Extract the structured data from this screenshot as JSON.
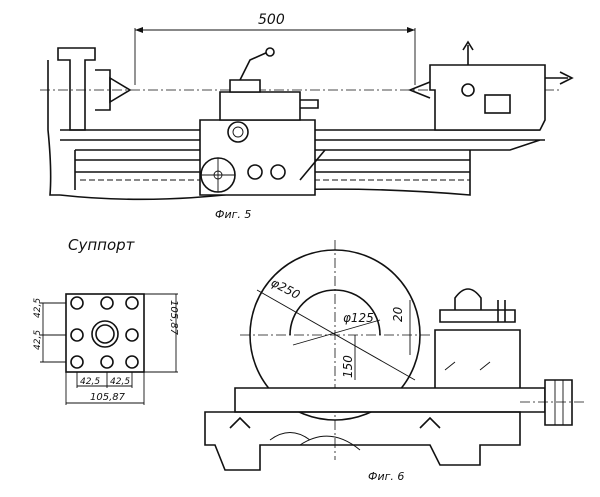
{
  "figure5": {
    "caption": "Фиг. 5",
    "dim_center_distance": "500"
  },
  "carriage_plan": {
    "title": "Суппорт",
    "dim_hole_pitch_v1": "42,5",
    "dim_hole_pitch_v2": "42,5",
    "dim_height": "105,87",
    "dim_hole_pitch_h1": "42,5",
    "dim_hole_pitch_h2": "42,5",
    "dim_width": "105,87"
  },
  "figure6": {
    "caption": "Фиг. 6",
    "dim_swing_diameter": "φ250",
    "dim_over_carriage_diameter": "φ125",
    "dim_offset": "20",
    "dim_center_height": "150"
  }
}
